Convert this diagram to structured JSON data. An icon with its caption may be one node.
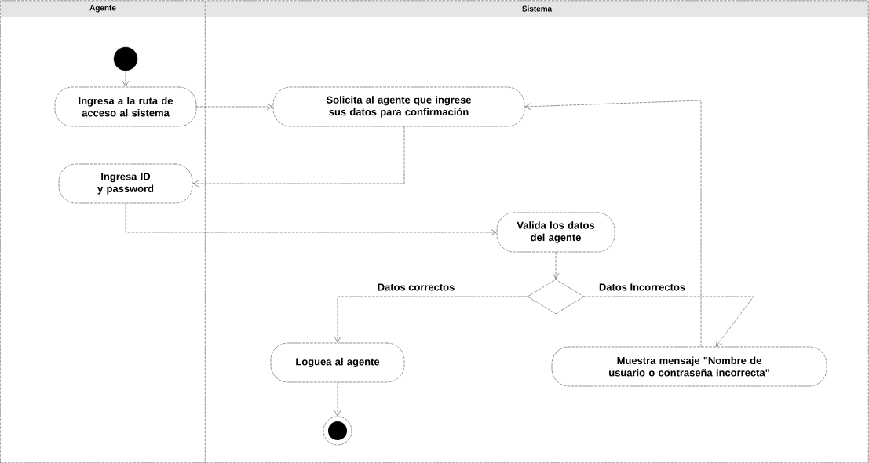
{
  "diagram": {
    "nodes": [
      {
        "text": [
          "Agente"
        ]
      },
      {
        "text": [
          "Sistema"
        ]
      },
      {
        "text": [],
        "shape": "circle",
        "in": 0
      },
      {
        "text": [
          "Ingresa a la ruta de acceso al sistema"
        ],
        "in": 0
      },
      {
        "text": [
          "Solicita al agente que ingrese sus datos para confirmación"
        ],
        "in": 1
      },
      {
        "text": [
          "Ingresa ID y password"
        ],
        "in": 0
      },
      {
        "text": [
          "Valida los datos del agente"
        ],
        "in": 1
      },
      {
        "text": [],
        "shape": "diamond",
        "in": 1
      },
      {
        "text": [
          "Loguea al agente"
        ],
        "in": 1
      },
      {
        "text": [
          "Muestra mensaje \"Nombre de usuario o contraseña incorrecta\""
        ],
        "in": 1
      },
      {
        "text": [],
        "shape": "bullseye",
        "in": 1
      }
    ],
    "edges": [
      {
        "from": 2,
        "to": 3,
        "arrow": "to"
      },
      {
        "from": 3,
        "to": 4,
        "arrow": "to"
      },
      {
        "from": 4,
        "to": 5,
        "arrow": "to"
      },
      {
        "from": 5,
        "to": 6,
        "arrow": "to"
      },
      {
        "from": 6,
        "to": 7,
        "arrow": "to"
      },
      {
        "from": 7,
        "to": 8,
        "arrow": "to",
        "label": "Datos correctos"
      },
      {
        "from": 7,
        "to": 9,
        "arrow": "to",
        "label": "Datos Incorrectos"
      },
      {
        "from": 9,
        "to": 4,
        "arrow": "to"
      },
      {
        "from": 8,
        "to": 10,
        "arrow": "to"
      }
    ]
  }
}
